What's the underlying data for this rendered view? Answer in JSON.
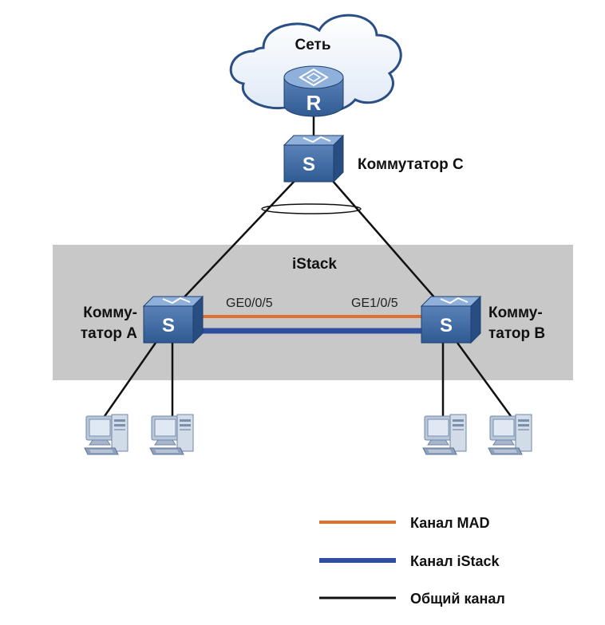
{
  "network": {
    "label": "Сеть",
    "router_letter": "R"
  },
  "switch_c": {
    "label": "Коммутатор C",
    "letter": "S"
  },
  "stack": {
    "label": "iStack"
  },
  "switch_a": {
    "label_line1": "Комму-",
    "label_line2": "татор A",
    "letter": "S",
    "port": "GE0/0/5"
  },
  "switch_b": {
    "label_line1": "Комму-",
    "label_line2": "татор B",
    "letter": "S",
    "port": "GE1/0/5"
  },
  "colors": {
    "mad": "#E07030",
    "istack": "#2E4FA0",
    "common": "#111111",
    "stack_area": "#C8C8C8"
  },
  "legend": [
    {
      "label": "Канал MAD",
      "color": "#E07030"
    },
    {
      "label": "Канал iStack",
      "color": "#2E4FA0"
    },
    {
      "label": "Общий канал",
      "color": "#111111"
    }
  ]
}
